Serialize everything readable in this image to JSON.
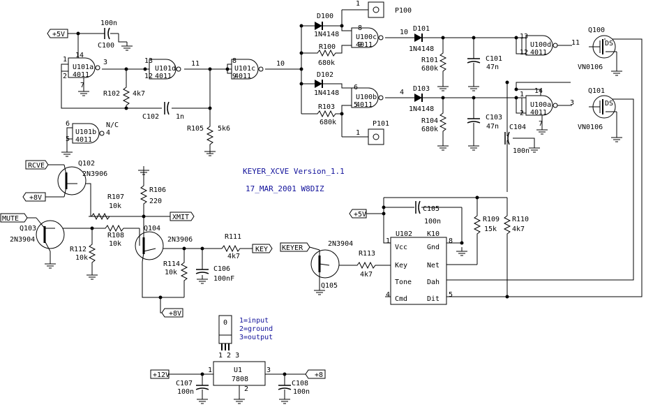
{
  "title": {
    "line1": "KEYER_XCVE   Version_1.1",
    "line2": "17_MAR_2001   W8DIZ"
  },
  "ports": {
    "p5v_top": "+5V",
    "rcve": "RCVE",
    "p8v_a": "+8V",
    "mute": "MUTE",
    "xmit": "XMIT",
    "key": "KEY",
    "keyer": "KEYER",
    "p5v_mid": "+5V",
    "p8v_b": "+8V",
    "p12v": "+12V",
    "p8v_c": "+8"
  },
  "gates": {
    "u101a": {
      "name": "U101a",
      "part": "4011",
      "p1": "1",
      "p2": "2",
      "p3": "3",
      "p14": "14",
      "p7": "7"
    },
    "u101d": {
      "name": "U101d",
      "part": "4011",
      "p13": "13",
      "p12": "12",
      "p11": "11"
    },
    "u101c": {
      "name": "U101c",
      "part": "4011",
      "p8": "8",
      "p9": "9",
      "p10": "10"
    },
    "u101b": {
      "name": "U101b",
      "part": "4011",
      "p6": "6",
      "p5": "5",
      "p4": "4",
      "nc": "N/C"
    },
    "u100c": {
      "name": "U100c",
      "part": "4011",
      "p8": "8",
      "p9": "9",
      "p10": "10"
    },
    "u100b": {
      "name": "U100b",
      "part": "4011",
      "p6": "6",
      "p5": "5",
      "p4": "4"
    },
    "u100d": {
      "name": "U100d",
      "part": "4011",
      "p13": "13",
      "p12": "12",
      "p11": "11"
    },
    "u100a": {
      "name": "U100a",
      "part": "4011",
      "p1": "1",
      "p2": "2",
      "p3": "3",
      "p14": "14",
      "p7": "7"
    }
  },
  "parts": {
    "c100": [
      "100n",
      "C100"
    ],
    "r102": [
      "R102",
      "4k7"
    ],
    "c102": [
      "C102",
      "1n"
    ],
    "r105": [
      "R105",
      "5k6"
    ],
    "d100": [
      "D100",
      "1N4148"
    ],
    "r100": [
      "R100",
      "680k"
    ],
    "d102": [
      "D102",
      "1N4148"
    ],
    "r103": [
      "R103",
      "680k"
    ],
    "d101": [
      "D101",
      "1N4148"
    ],
    "d103": [
      "D103",
      "1N4148"
    ],
    "r101": [
      "R101",
      "680k"
    ],
    "c101": [
      "C101",
      "47n"
    ],
    "r104": [
      "R104",
      "680k"
    ],
    "c103": [
      "C103",
      "47n"
    ],
    "c104": [
      "C104",
      "100n"
    ],
    "q100": [
      "Q100",
      "VN0106"
    ],
    "q101": [
      "Q101",
      "VN0106"
    ],
    "p100": [
      "1",
      "P100"
    ],
    "p101": [
      "1",
      "P101"
    ],
    "q102": [
      "Q102",
      "2N3906"
    ],
    "q103": [
      "Q103",
      "2N3904"
    ],
    "q104": [
      "Q104",
      "2N3906"
    ],
    "q105": [
      "Q105",
      "2N3904"
    ],
    "r106": [
      "R106",
      "220"
    ],
    "r107": [
      "R107",
      "10k"
    ],
    "r108": [
      "R108",
      "10k"
    ],
    "r112": [
      "R112",
      "10k"
    ],
    "r114": [
      "R114",
      "10k"
    ],
    "c106": [
      "C106",
      "100nF"
    ],
    "r111": [
      "R111",
      "4k7"
    ],
    "r113": [
      "R113",
      "4k7"
    ],
    "c105": [
      "C105",
      "100n"
    ],
    "r109": [
      "R109",
      "15k"
    ],
    "r110": [
      "R110",
      "4k7"
    ],
    "c107": [
      "C107",
      "100n"
    ],
    "c108": [
      "C108",
      "100n"
    ],
    "u1": [
      "U1",
      "7808"
    ],
    "u1pins": [
      "1",
      "2",
      "3"
    ]
  },
  "ds": "DS",
  "u102": {
    "name": "U102",
    "part": "K10",
    "vcc": "Vcc",
    "gnd": "Gnd",
    "key": "Key",
    "net": "Net",
    "tone": "Tone",
    "dah": "Dah",
    "cmd": "Cmd",
    "dit": "Dit",
    "p1": "1",
    "p8": "8",
    "p4": "4",
    "p5": "5"
  },
  "reg_legend": {
    "l1": "1=input",
    "l2": "2=ground",
    "l3": "3=output",
    "pins": "1 2 3",
    "tab": "0"
  }
}
